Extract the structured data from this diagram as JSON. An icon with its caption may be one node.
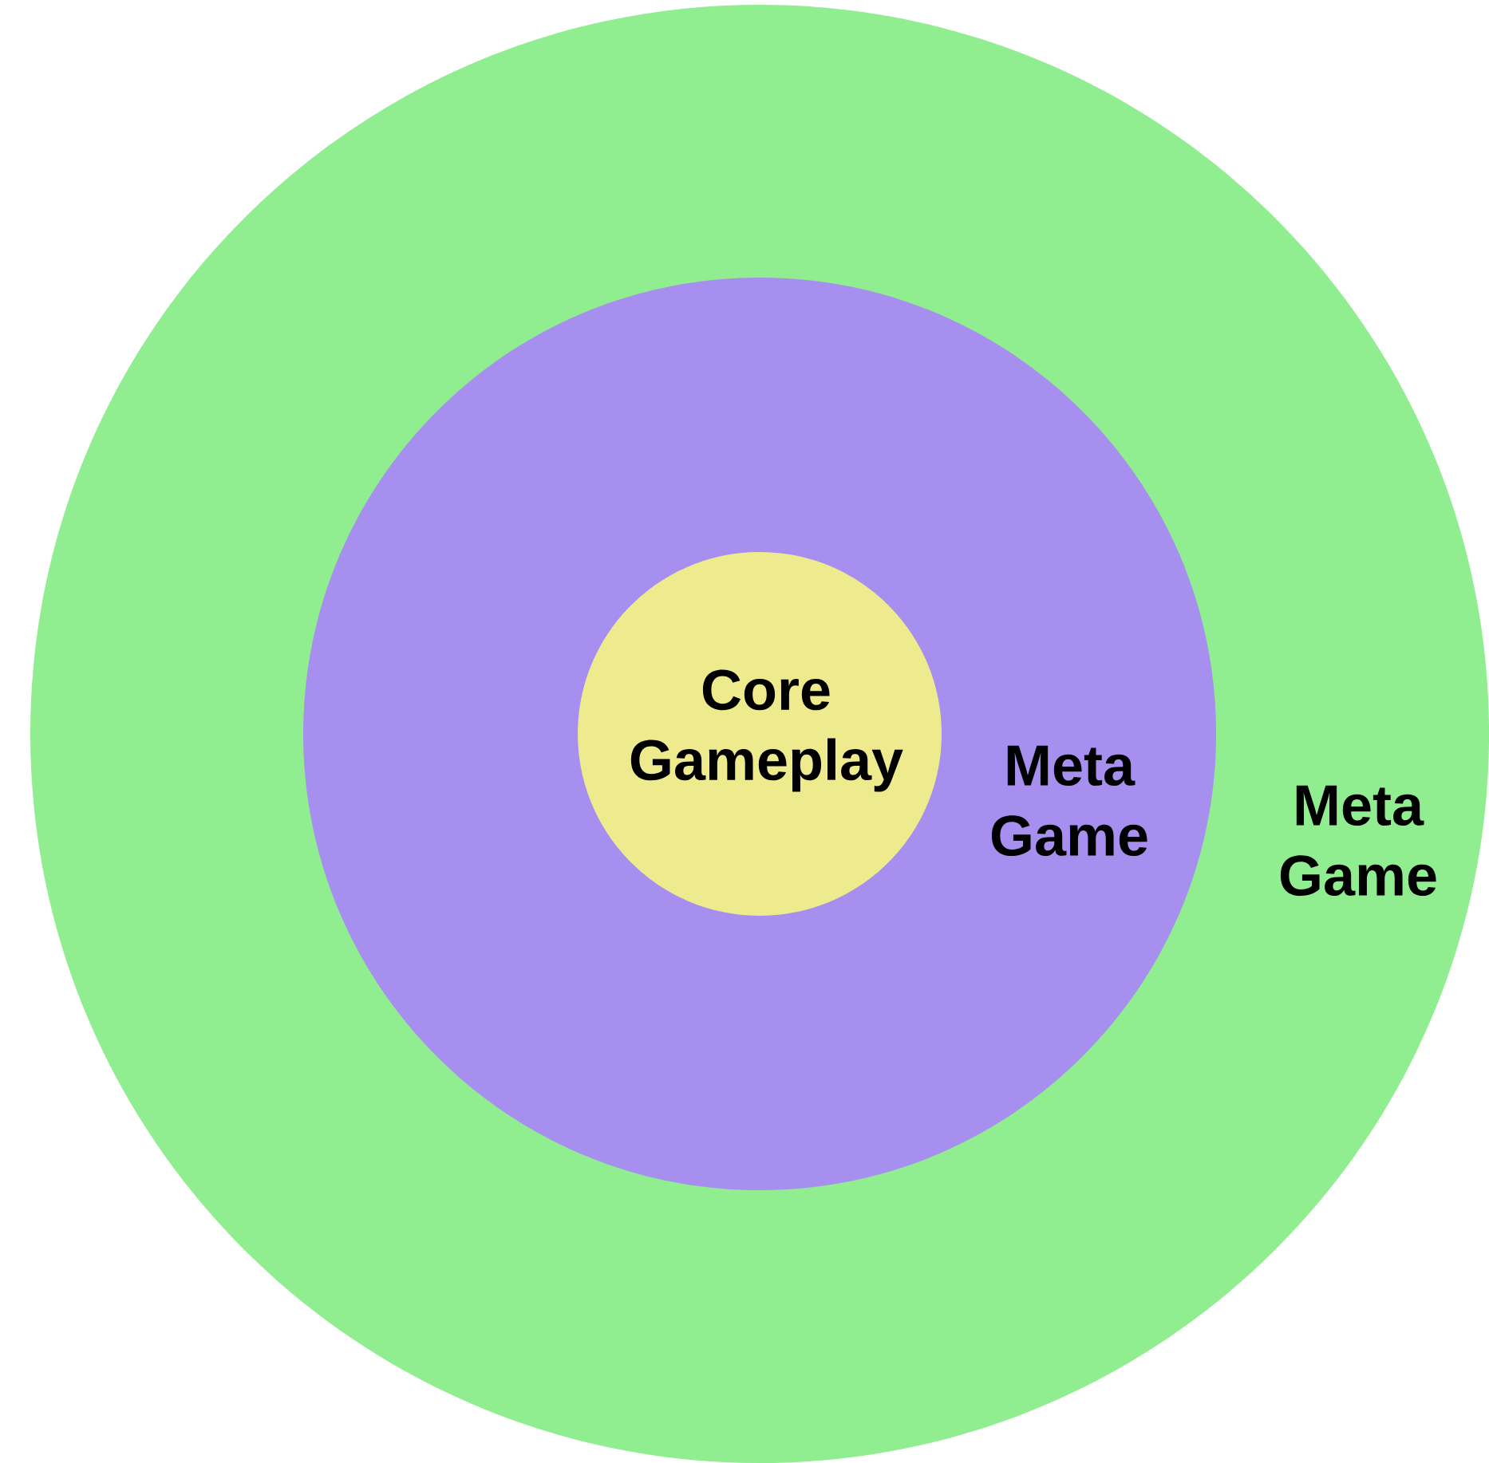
{
  "diagram": {
    "nodes": [
      {
        "text": [
          "Meta Game"
        ]
      },
      {
        "text": [
          "Meta Game"
        ],
        "in": 0
      },
      {
        "text": [
          "Core Gameplay"
        ],
        "in": 1
      }
    ]
  }
}
